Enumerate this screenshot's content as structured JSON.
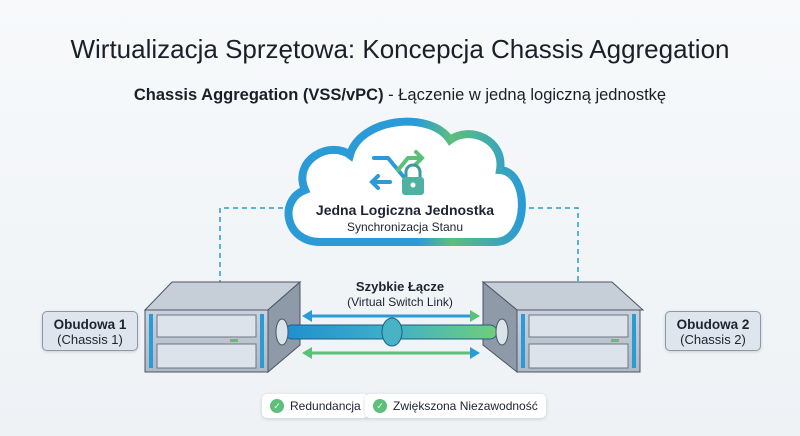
{
  "title": "Wirtualizacja Sprzętowa: Koncepcja Chassis Aggregation",
  "subtitle": {
    "bold": "Chassis Aggregation (VSS/vPC)",
    "rest": " - Łączenie w jedną logiczną jednostkę"
  },
  "cloud": {
    "title": "Jedna Logiczna Jednostka",
    "subtitle": "Synchronizacja Stanu",
    "icons": [
      "shuffle-arrows-icon",
      "lock-icon"
    ]
  },
  "link": {
    "title": "Szybkie Łącze",
    "subtitle": "(Virtual Switch Link)"
  },
  "chassis": [
    {
      "title": "Obudowa 1",
      "subtitle": "(Chassis 1)"
    },
    {
      "title": "Obudowa 2",
      "subtitle": "(Chassis 2)"
    }
  ],
  "badges": [
    {
      "label": "Redundancja",
      "icon": "check-icon"
    },
    {
      "label": "Zwiększona Niezawodność",
      "icon": "check-icon"
    }
  ],
  "colors": {
    "blue": "#2a9bd6",
    "green": "#5cbf7a"
  }
}
